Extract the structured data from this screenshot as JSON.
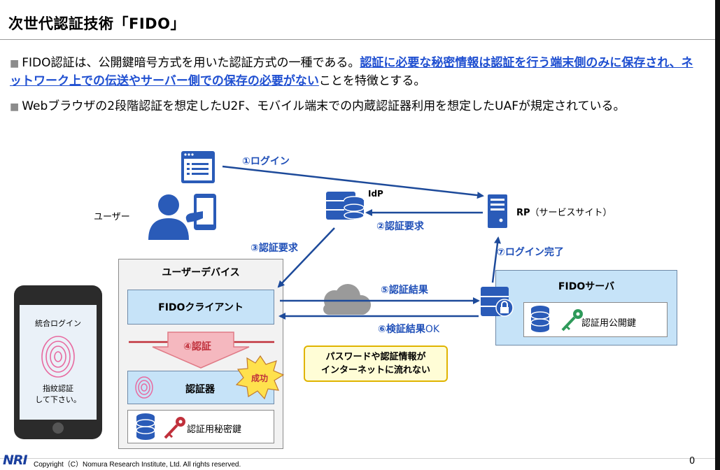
{
  "title": "次世代認証技術「FIDO」",
  "bullets": {
    "b1_pre": "FIDO認証は、公開鍵暗号方式を用いた認証方式の一種である。",
    "b1_highlight": "認証に必要な秘密情報は認証を行う端末側のみに保存され、ネットワーク上での伝送やサーバー側での保存の必要がない",
    "b1_post": "ことを特徴とする。",
    "b2": "Webブラウザの2段階認証を想定したU2F、モバイル端末での内蔵認証器利用を想定したUAFが規定されている。"
  },
  "diagram": {
    "user_label": "ユーザー",
    "idp_label": "IdP",
    "rp_label_bold": "RP",
    "rp_label_rest": "（サービスサイト）",
    "step1": "①ログイン",
    "step2": "②認証要求",
    "step3": "③認証要求",
    "step4": "④認証",
    "step5": "⑤認証結果",
    "step6_prefix": "⑥検証結果",
    "step6_ok": "OK",
    "step7": "⑦ログイン完了",
    "device_title": "ユーザーデバイス",
    "fido_client": "FIDOクライアント",
    "authenticator": "認証器",
    "private_key": "認証用秘密鍵",
    "success": "成功",
    "fido_server": "FIDOサーバ",
    "public_key": "認証用公開鍵",
    "callout_line1": "パスワードや認証情報が",
    "callout_line2": "インターネットに流れない",
    "phone_title": "統合ログイン",
    "phone_prompt1": "指紋認証",
    "phone_prompt2": "して下さい。"
  },
  "footer": {
    "logo": "NRI",
    "copyright": "Copyright（C）Nomura Research Institute, Ltd. All rights reserved.",
    "page": "0"
  },
  "colors": {
    "arrow_blue": "#1d4a9a",
    "icon_blue": "#2a5bb8",
    "box_blue": "#c6e3f8",
    "highlight_blue": "#1f4fd1",
    "key_green": "#2e9a5a",
    "key_red": "#c0303b",
    "burst_yellow": "#ffe14d",
    "auth_arrow_pink": "#f5b8bf"
  }
}
